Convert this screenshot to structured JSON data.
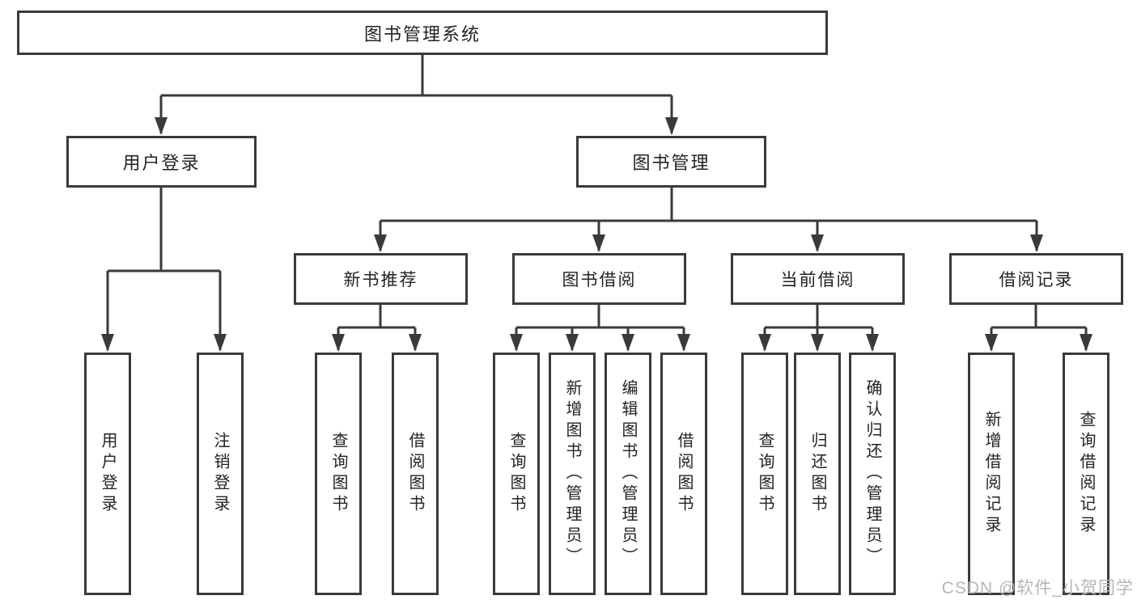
{
  "diagram": {
    "root": {
      "label": "图书管理系统"
    },
    "branches": {
      "user_login": {
        "label": "用户登录",
        "children": {
          "login": {
            "label": "用户登录"
          },
          "logout": {
            "label": "注销登录"
          }
        }
      },
      "book_management": {
        "label": "图书管理",
        "children": {
          "new_book_recommend": {
            "label": "新书推荐",
            "children": {
              "query_books": {
                "label": "查询图书"
              },
              "borrow_books": {
                "label": "借阅图书"
              }
            }
          },
          "book_borrowing": {
            "label": "图书借阅",
            "children": {
              "query_books": {
                "label": "查询图书"
              },
              "add_books_admin": {
                "label": "新增图书（管理员）"
              },
              "edit_books_admin": {
                "label": "编辑图书（管理员）"
              },
              "borrow_books": {
                "label": "借阅图书"
              }
            }
          },
          "current_borrowing": {
            "label": "当前借阅",
            "children": {
              "query_books": {
                "label": "查询图书"
              },
              "return_books": {
                "label": "归还图书"
              },
              "confirm_return_admin": {
                "label": "确认归还（管理员）"
              }
            }
          },
          "borrowing_records": {
            "label": "借阅记录",
            "children": {
              "add_record": {
                "label": "新增借阅记录"
              },
              "query_record": {
                "label": "查询借阅记录"
              }
            }
          }
        }
      }
    }
  },
  "watermark": {
    "text": "CSDN @软件_小贺同学"
  },
  "colors": {
    "line": "#3a3a3a",
    "box_border": "#3a3a3a",
    "box_fill": "#ffffff",
    "text": "#232323",
    "watermark": "#b3b7bd"
  }
}
